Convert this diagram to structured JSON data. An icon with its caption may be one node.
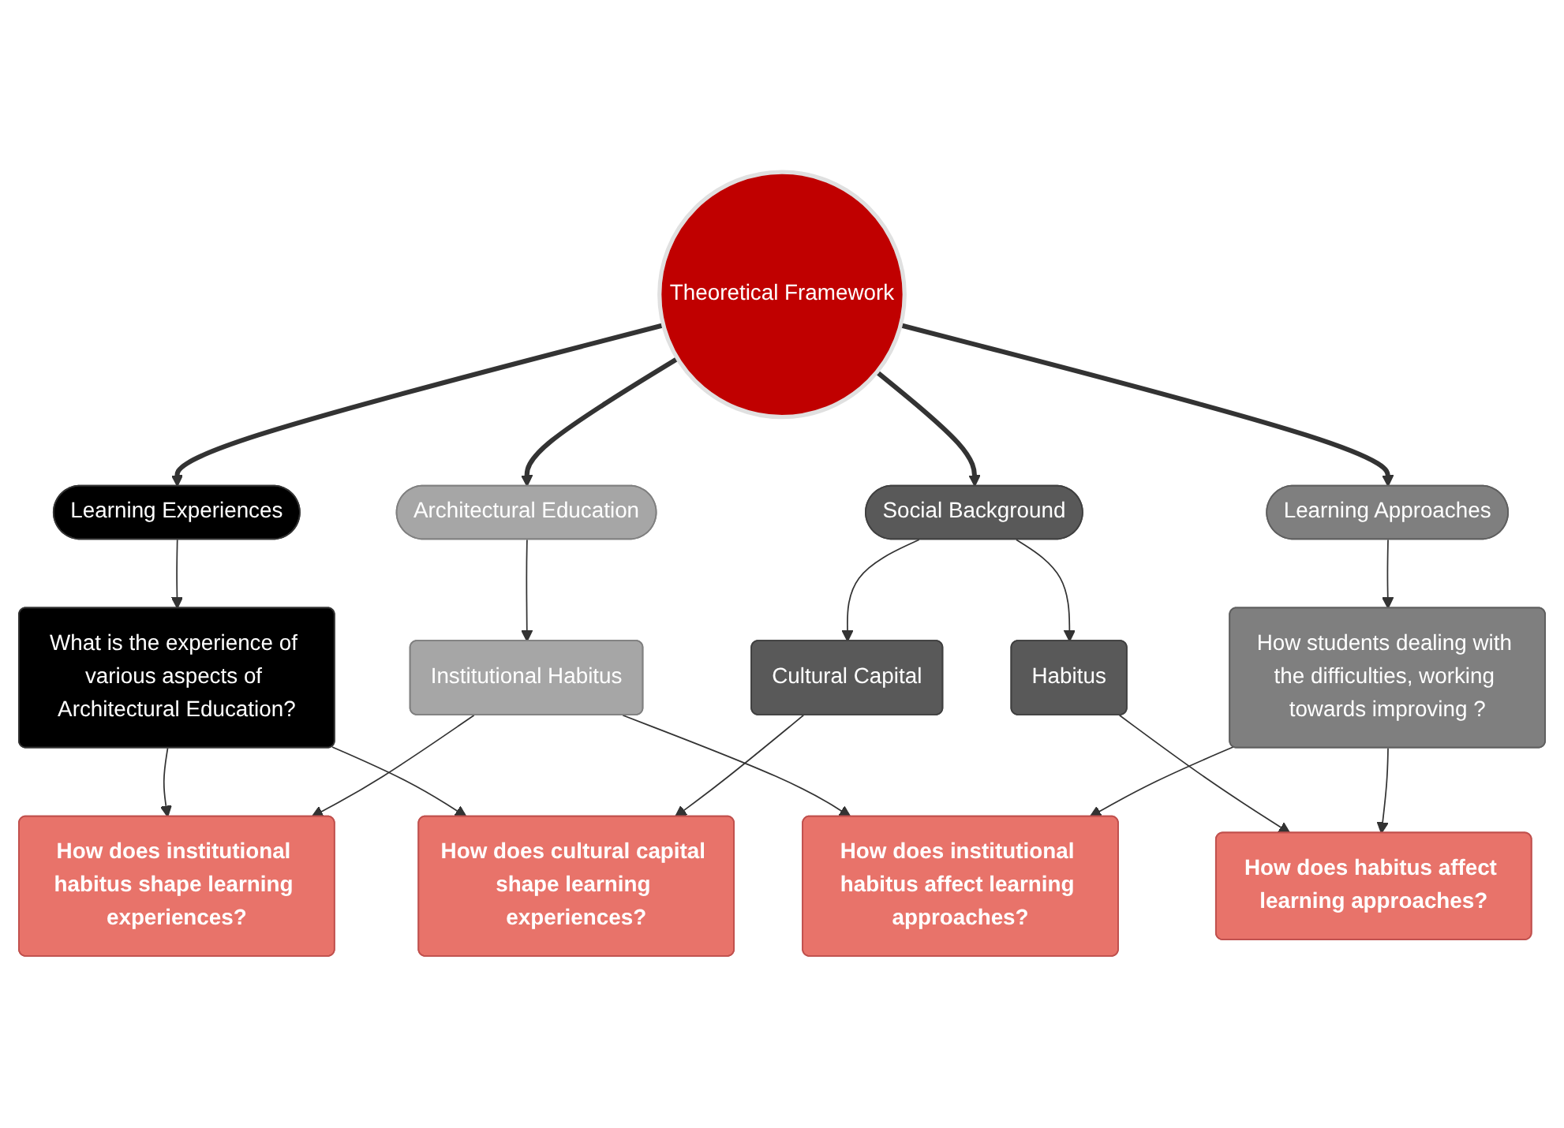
{
  "diagram": {
    "nodes": [
      {
        "text": [
          "What is the experience of various aspects of Architectural Education?"
        ]
      },
      {
        "text": [
          "How does institutional habitus shape learning experiences?"
        ]
      },
      {
        "text": [
          "How does cultural capital shape learning experiences?"
        ]
      },
      {
        "text": [
          "Learning Experiences"
        ]
      },
      {
        "text": [
          "Cultural Capital"
        ]
      },
      {
        "text": [
          "Institutional Habitus"
        ]
      },
      {
        "text": [
          "Architectural Education"
        ]
      },
      {
        "text": [
          "Theoretical Framework"
        ]
      },
      {
        "text": [
          "Social Background"
        ]
      },
      {
        "text": [
          "Habitus"
        ]
      },
      {
        "text": [
          "Learning Approaches"
        ]
      },
      {
        "text": [
          "How does institutional habitus affect learning approaches?"
        ]
      },
      {
        "text": [
          "How students dealing with the difficulties, working towards improving ?"
        ]
      },
      {
        "text": [
          "How does habitus affect learning approaches?"
        ]
      }
    ],
    "edges": [
      {
        "from": 7,
        "to": 3,
        "arrow": "to",
        "style": "thick"
      },
      {
        "from": 7,
        "to": 6,
        "arrow": "to",
        "style": "thick"
      },
      {
        "from": 7,
        "to": 8,
        "arrow": "to",
        "style": "thick"
      },
      {
        "from": 7,
        "to": 10,
        "arrow": "to",
        "style": "thick"
      },
      {
        "from": 3,
        "to": 0,
        "arrow": "to"
      },
      {
        "from": 0,
        "to": 1,
        "arrow": "to"
      },
      {
        "from": 0,
        "to": 2,
        "arrow": "to"
      },
      {
        "from": 6,
        "to": 5,
        "arrow": "to"
      },
      {
        "from": 5,
        "to": 1,
        "arrow": "to"
      },
      {
        "from": 5,
        "to": 11,
        "arrow": "to"
      },
      {
        "from": 8,
        "to": 4,
        "arrow": "to"
      },
      {
        "from": 8,
        "to": 9,
        "arrow": "to"
      },
      {
        "from": 4,
        "to": 2,
        "arrow": "to"
      },
      {
        "from": 9,
        "to": 13,
        "arrow": "to"
      },
      {
        "from": 10,
        "to": 12,
        "arrow": "to"
      },
      {
        "from": 12,
        "to": 11,
        "arrow": "to"
      },
      {
        "from": 12,
        "to": 13,
        "arrow": "to"
      }
    ]
  }
}
